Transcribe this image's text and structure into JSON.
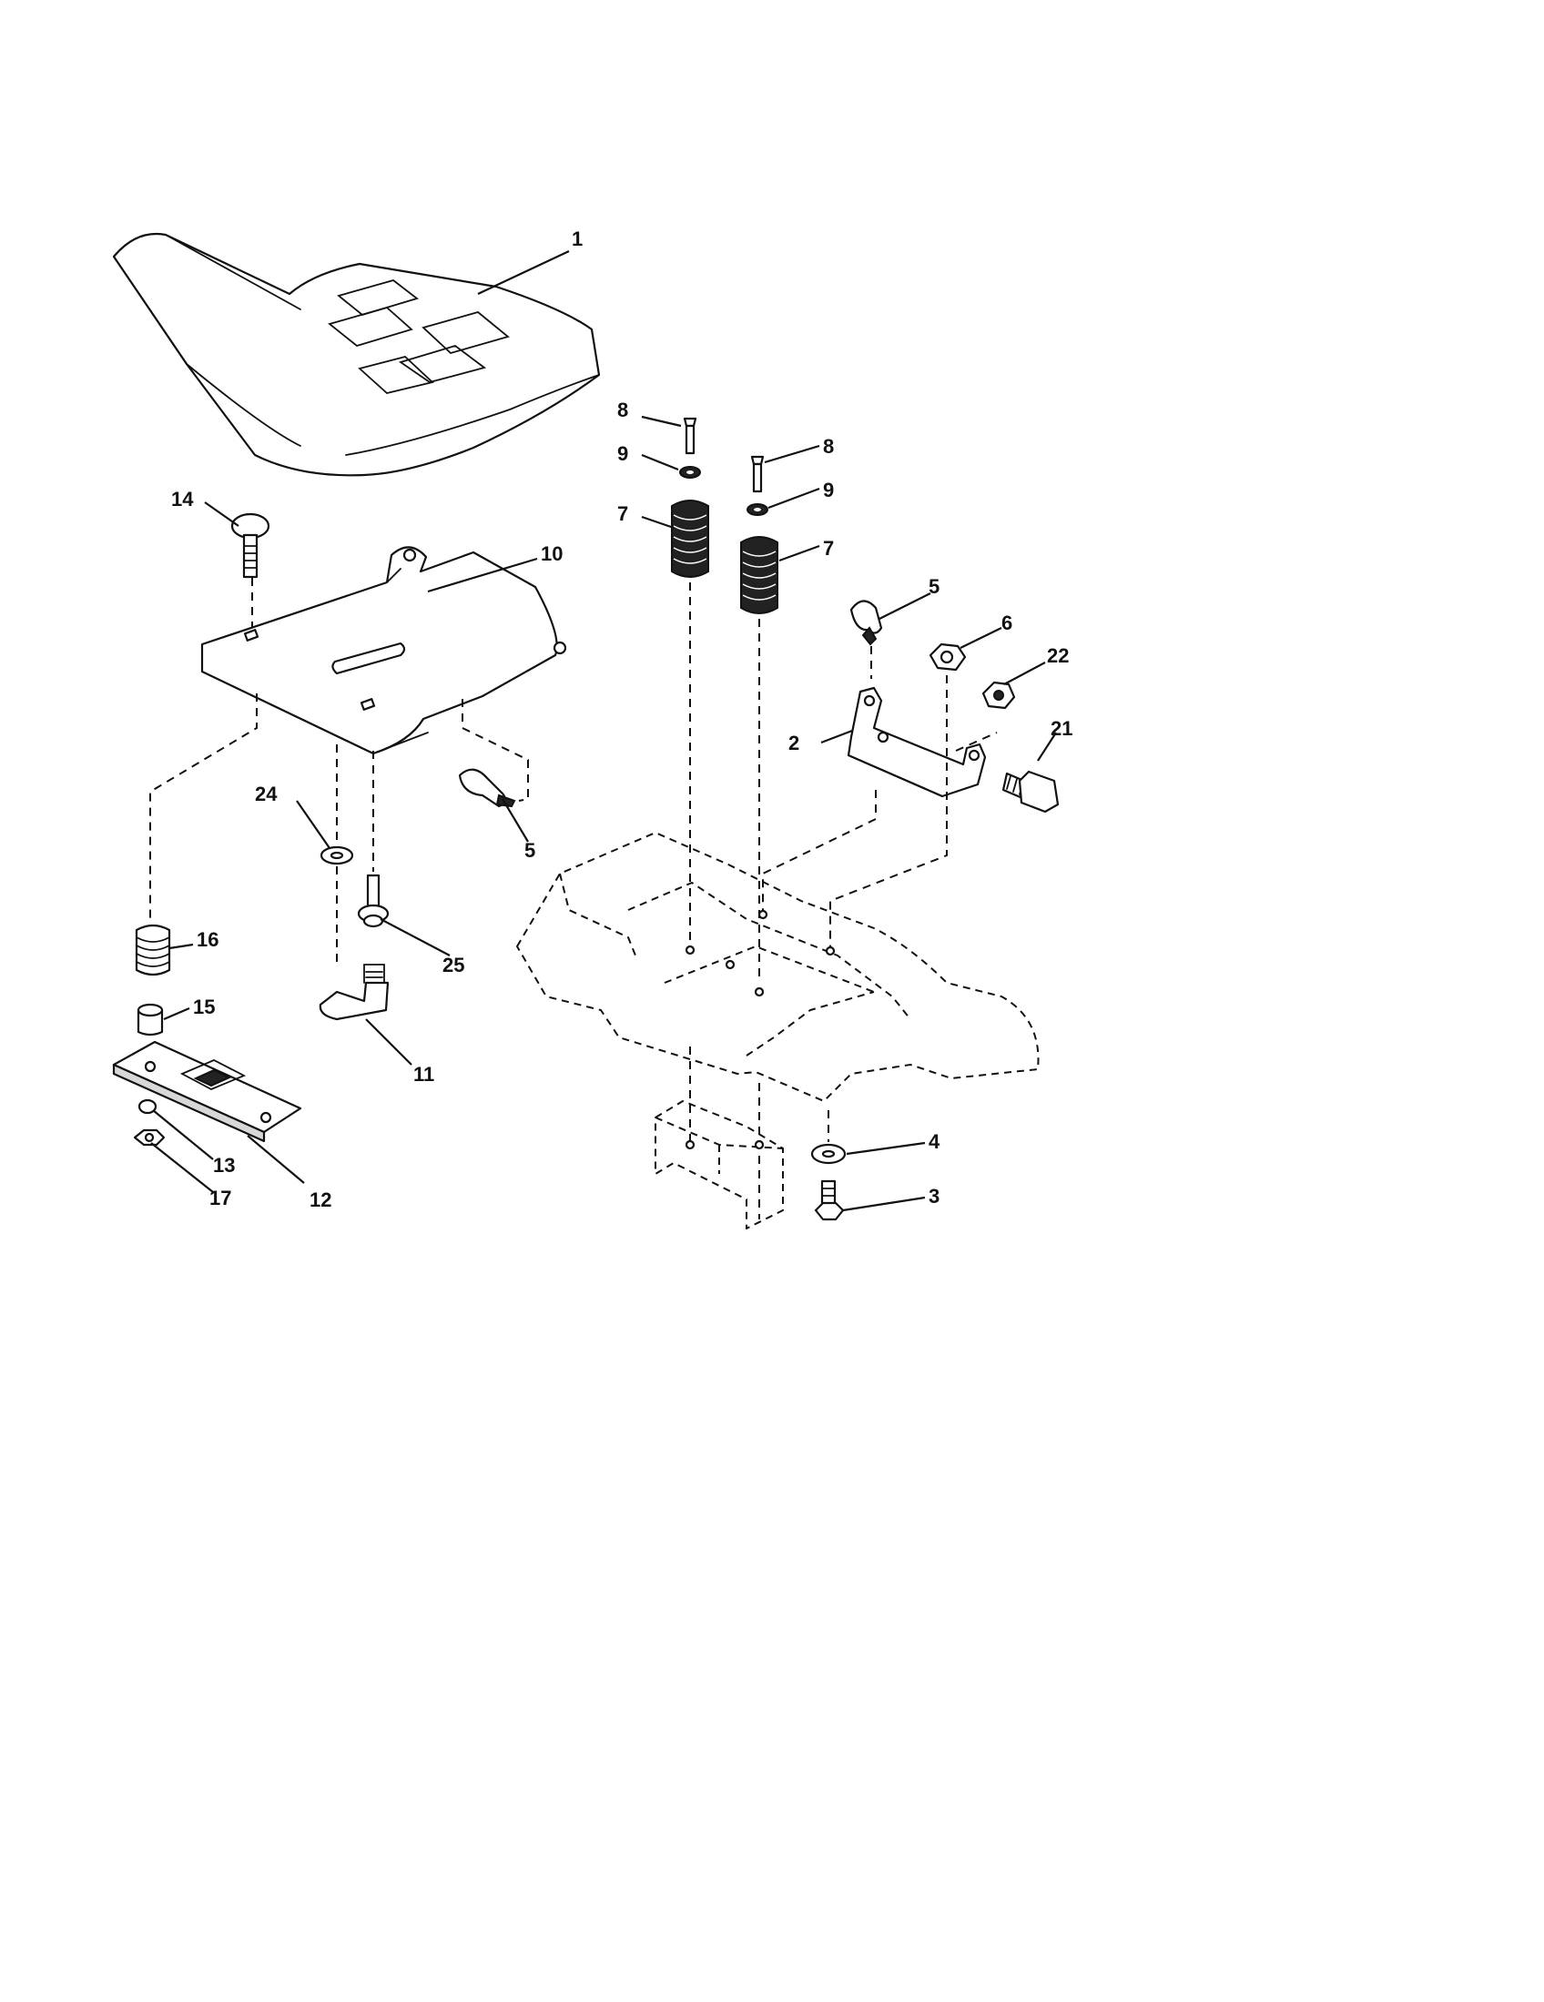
{
  "callouts": {
    "c1": "1",
    "c2": "2",
    "c3": "3",
    "c4": "4",
    "c5a": "5",
    "c5b": "5",
    "c6": "6",
    "c7a": "7",
    "c7b": "7",
    "c8a": "8",
    "c8b": "8",
    "c9a": "9",
    "c9b": "9",
    "c10": "10",
    "c11": "11",
    "c12": "12",
    "c13": "13",
    "c14": "14",
    "c15": "15",
    "c16": "16",
    "c17": "17",
    "c21": "21",
    "c22": "22",
    "c24": "24",
    "c25": "25"
  },
  "colors": {
    "line": "#111111",
    "background": "#ffffff"
  }
}
